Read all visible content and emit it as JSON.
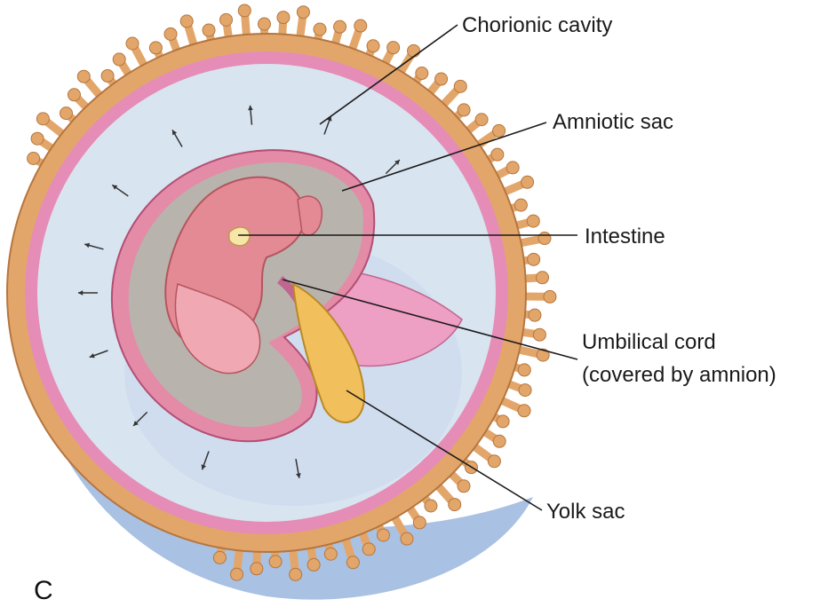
{
  "labels": {
    "chorionic_cavity": "Chorionic cavity",
    "amniotic_sac": "Amniotic sac",
    "intestine": "Intestine",
    "umbilical_cord_line1": "Umbilical cord",
    "umbilical_cord_line2": "(covered by amnion)",
    "yolk_sac": "Yolk sac"
  },
  "panel_letter": "C",
  "colors": {
    "chorion_villi": "#e3a66a",
    "villi_outline": "#b5763f",
    "chorionic_cavity": "#d9e4f1",
    "decidua_blue": "#a9c1e2",
    "pink_membrane": "#e58db6",
    "amniotic_fluid": "#b8b4ad",
    "embryo": "#e48a95",
    "yolk_sac": "#f1bf5b",
    "leader_line": "#1a1a1a"
  }
}
